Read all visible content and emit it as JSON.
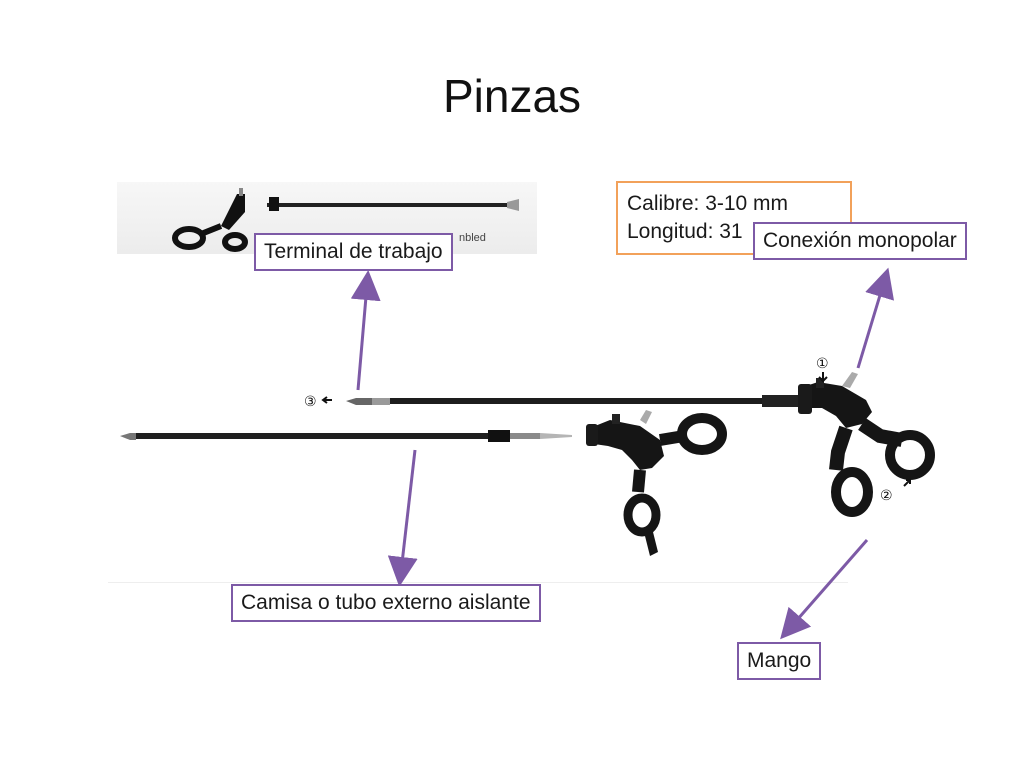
{
  "title": "Pinzas",
  "labels": {
    "terminal": "Terminal de trabajo",
    "conexion": "Conexión monopolar",
    "camisa": "Camisa o tubo externo aislante",
    "mango": "Mango"
  },
  "specs": {
    "calibre": "Calibre: 3-10 mm",
    "longitud": "Longitud: 31"
  },
  "photo_text": "nbled",
  "markers": {
    "one": "①",
    "two": "②",
    "three": "③"
  },
  "colors": {
    "label_border": "#7d5aa6",
    "spec_border": "#f2a15a",
    "arrow": "#7d5aa6"
  }
}
